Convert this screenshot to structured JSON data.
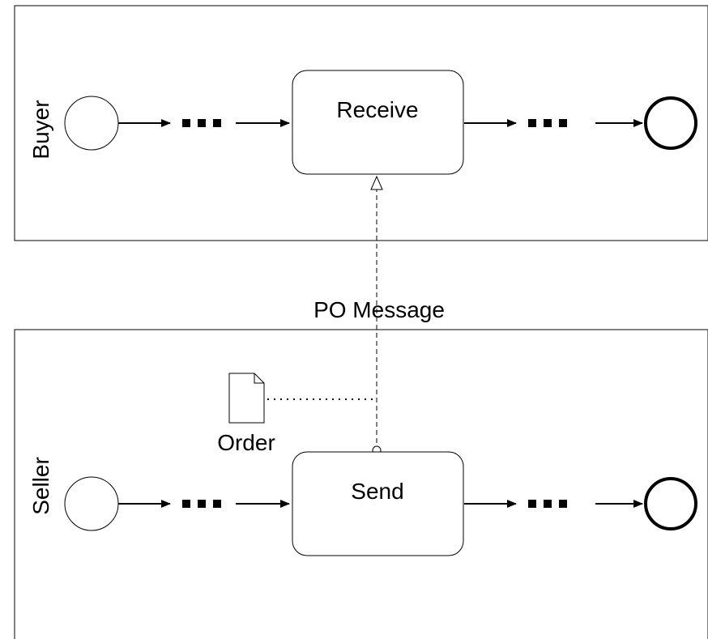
{
  "pools": {
    "buyer": {
      "label": "Buyer"
    },
    "seller": {
      "label": "Seller"
    }
  },
  "tasks": {
    "receive": {
      "label": "Receive"
    },
    "send": {
      "label": "Send"
    }
  },
  "message_flow": {
    "label": "PO Message"
  },
  "data_object": {
    "label": "Order"
  },
  "ellipsis": {
    "text": "..."
  }
}
